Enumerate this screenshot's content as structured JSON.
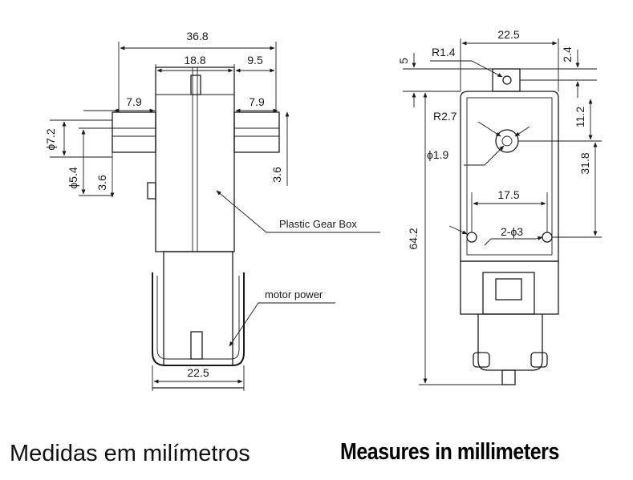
{
  "side_view": {
    "dims": {
      "overall_width": "36.8",
      "body_width": "18.8",
      "offset_right": "9.5",
      "shaft_left": "7.9",
      "shaft_right": "7.9",
      "shaft_dia_outer": "ϕ7.2",
      "shaft_dia_inner": "ϕ5.4",
      "flat_left": "3.6",
      "flat_right": "3.6",
      "bottom_width": "22.5"
    },
    "labels": {
      "gear_box": "Plastic Gear Box",
      "motor_power": "motor power"
    }
  },
  "front_view": {
    "dims": {
      "top_width": "22.5",
      "tab_height": "5",
      "radius_small": "R1.4",
      "tab_offset": "2.4",
      "radius_large": "R2.7",
      "axle_offset": "11.2",
      "axle_hole": "ϕ1.9",
      "hole_height": "31.8",
      "hole_spacing": "17.5",
      "holes": "2-ϕ3",
      "total_height": "64.2"
    }
  },
  "captions": {
    "portuguese": "Medidas em milímetros",
    "english": "Measures in millimeters"
  }
}
